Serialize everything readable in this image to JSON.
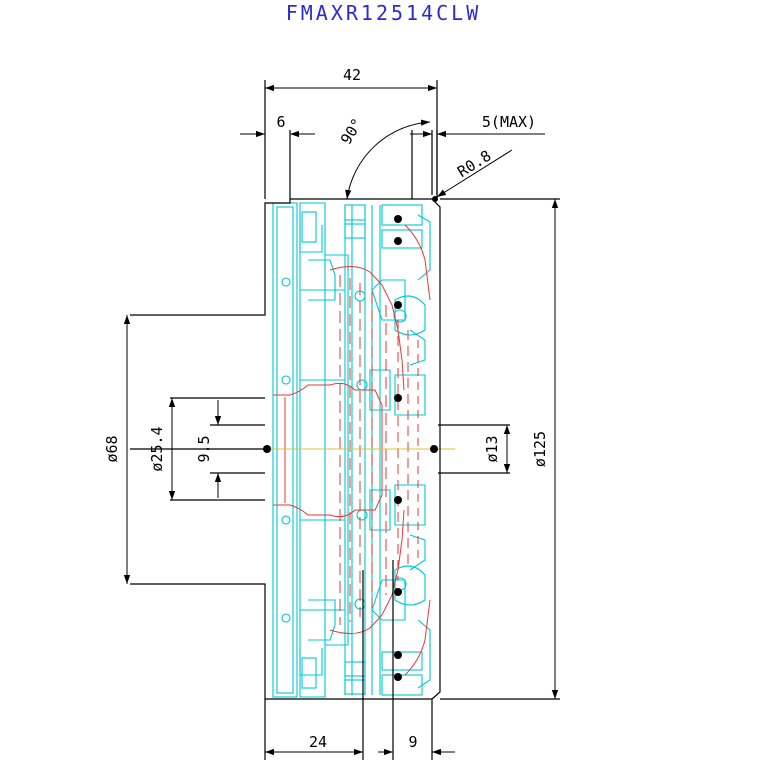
{
  "title": "FMAXR12514CLW",
  "colors": {
    "title": "#2b2bd6",
    "outline": "#000000",
    "body": "#00c8d2",
    "hidden": "#e53935",
    "centerline": "#d8c43a"
  },
  "dimensions": {
    "overall_width": "42",
    "flange": "6",
    "angle": "90°",
    "depth_max": "5(MAX)",
    "corner_radius": "R0.8",
    "cutter_diameter": "ø125",
    "hub_diameter": "ø68",
    "bore_diameter": "ø25.4",
    "keyway": "9.5",
    "inner_bore": "ø13",
    "body_offset": "24",
    "insert_width": "9"
  }
}
